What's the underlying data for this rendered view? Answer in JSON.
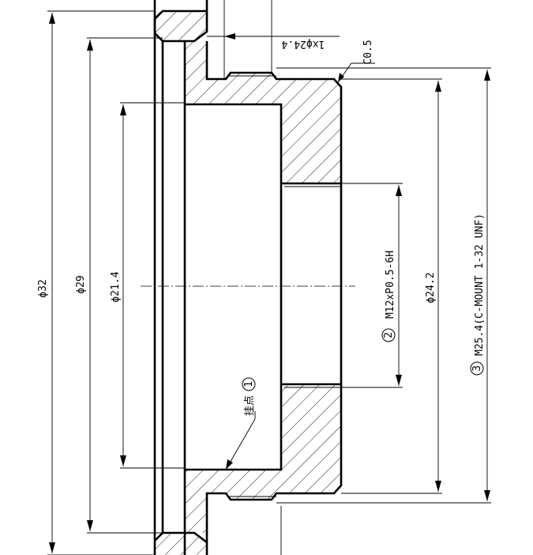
{
  "dimensions": {
    "d32": "ϕ32",
    "d29": "ϕ29",
    "d21_4": "ϕ21.4",
    "d24_2": "ϕ24.2",
    "thread_m12": "M12xP0.5-6H",
    "thread_c_mount": "M25.4(C-MOUNT 1-32 UNF)",
    "undercut": "1xϕ24.4",
    "chamfer": "C0.5"
  },
  "balloons": {
    "b1": "1",
    "b2": "2",
    "b3": "3"
  },
  "notes": {
    "glue_point": "挂点"
  }
}
